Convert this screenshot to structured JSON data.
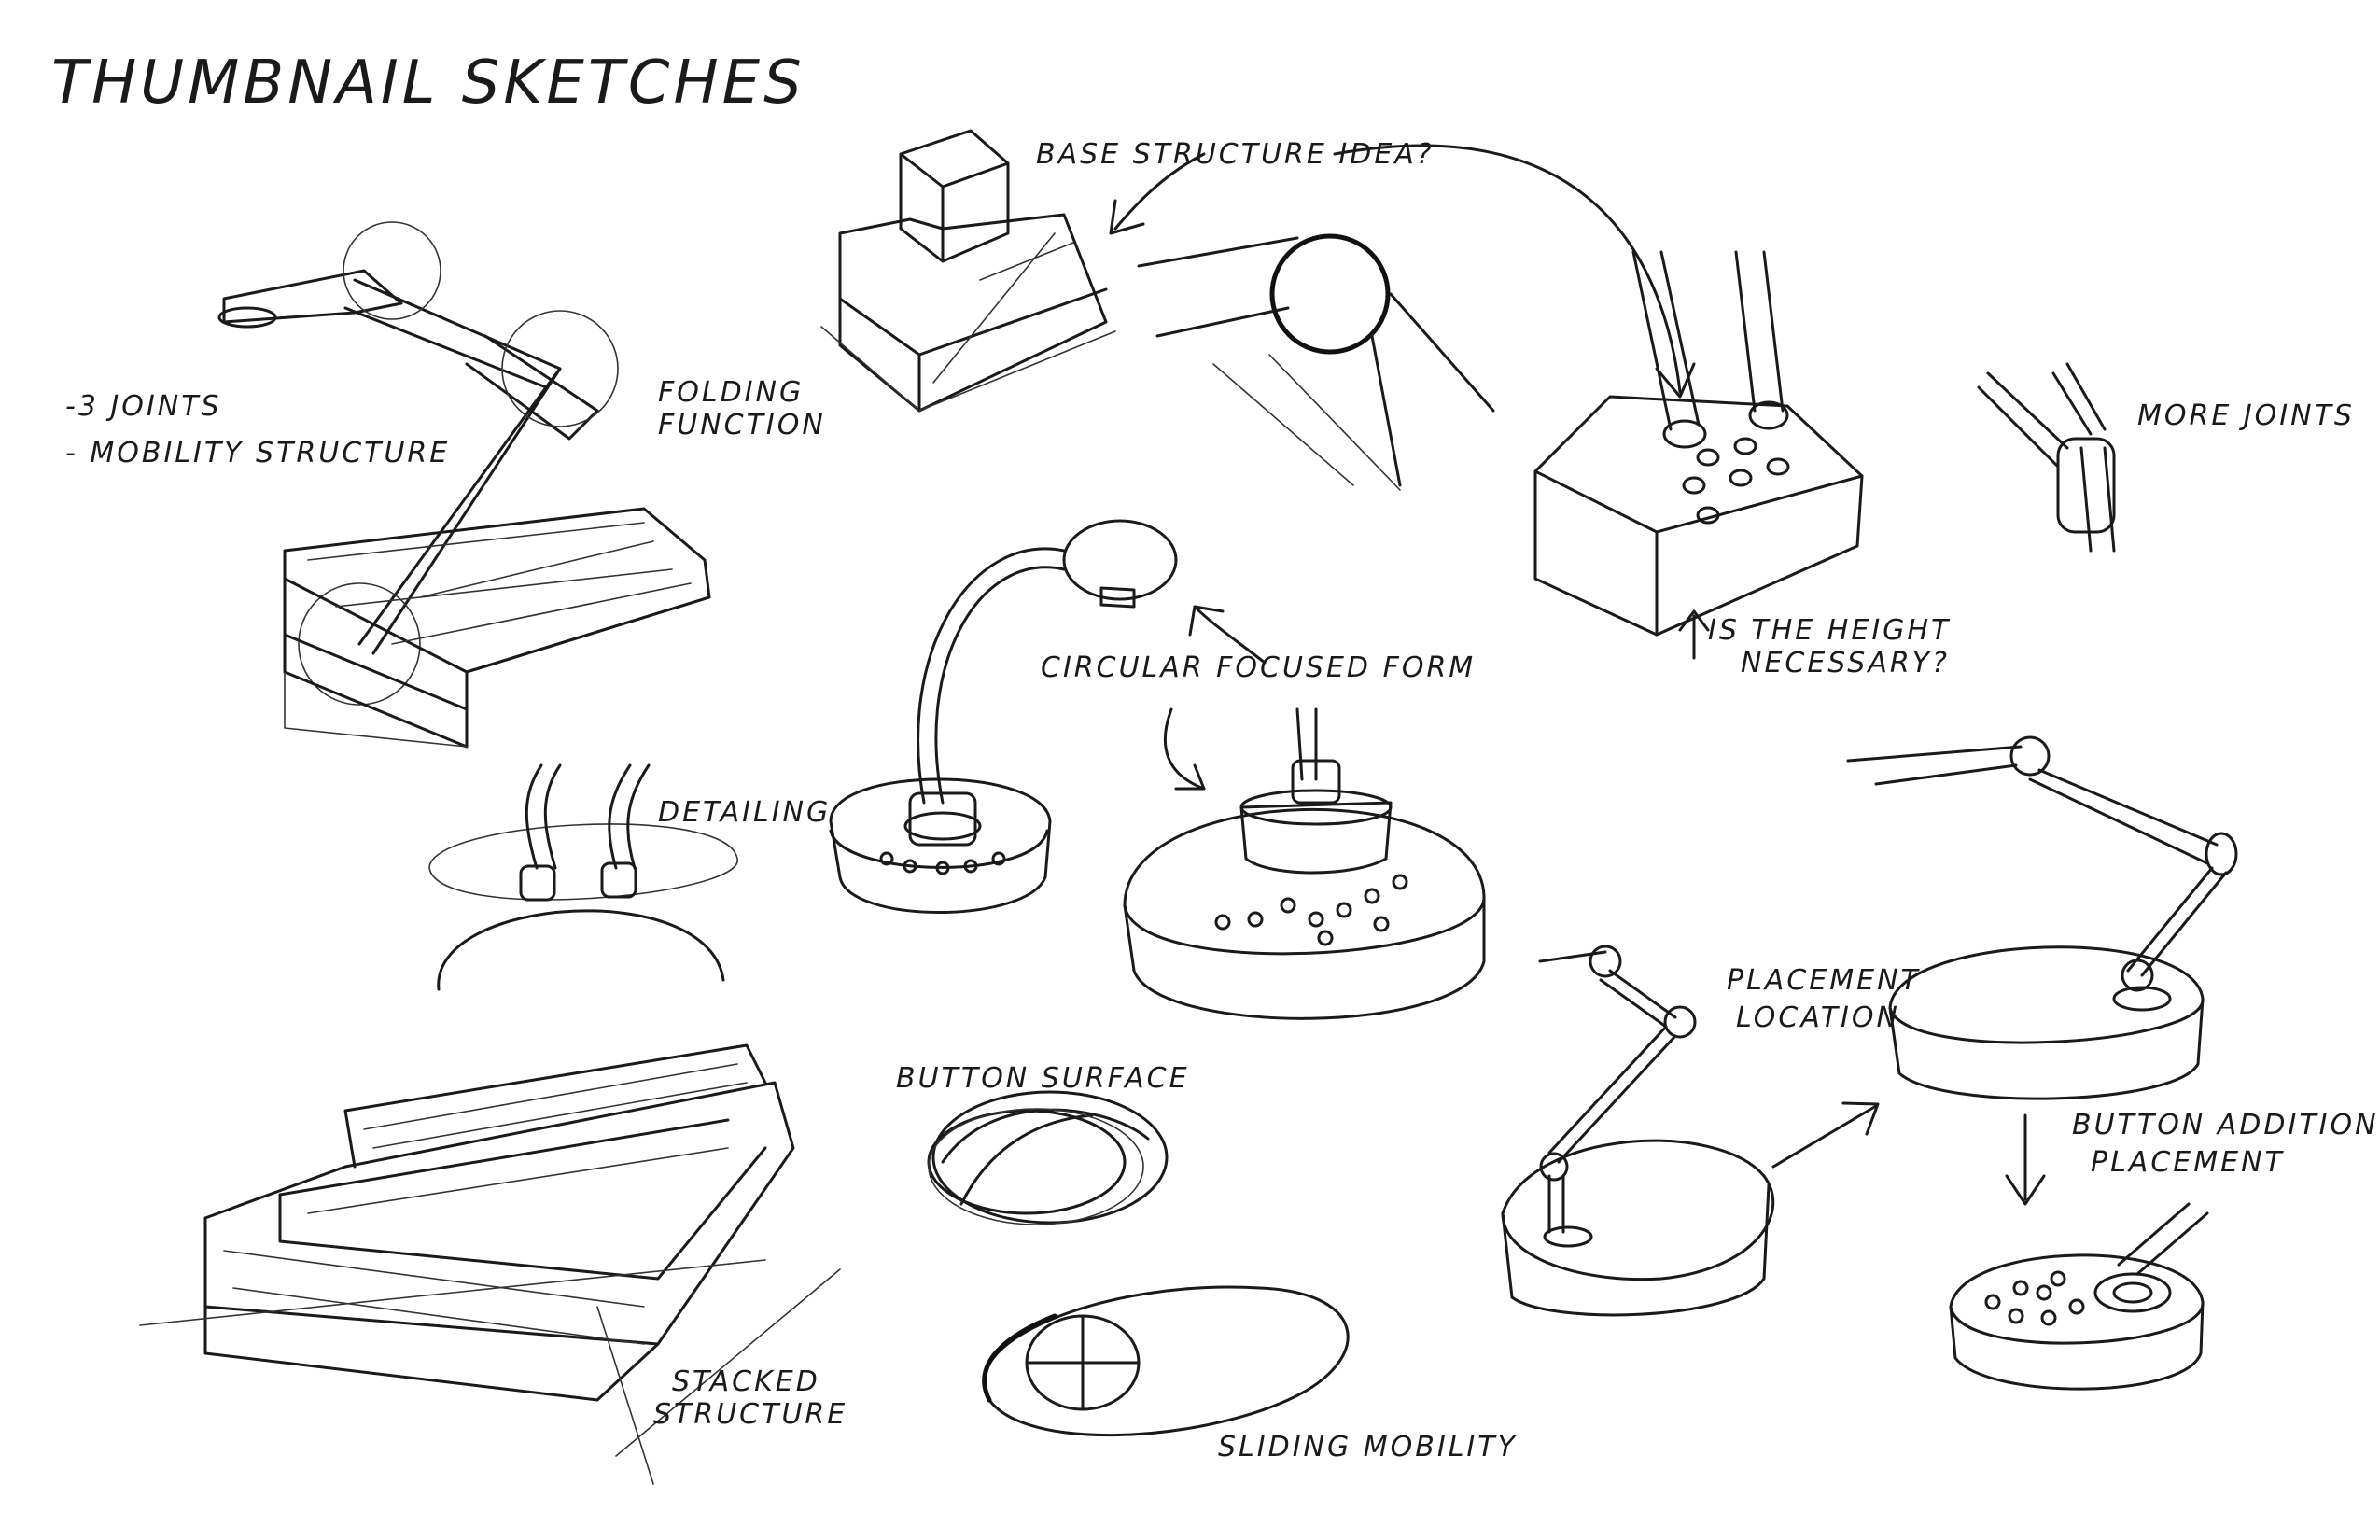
{
  "title": "THUMBNAIL SKETCHES",
  "labels": {
    "three_joints": "-3 JOINTS",
    "mobility_structure": "- MOBILITY STRUCTURE",
    "folding_function_1": "FOLDING",
    "folding_function_2": "FUNCTION",
    "base_structure_idea": "BASE STRUCTURE IDEA?",
    "more_joints": "MORE JOINTS",
    "is_height_necessary_1": "IS THE HEIGHT",
    "is_height_necessary_2": "NECESSARY?",
    "circular_focused_form": "CIRCULAR FOCUSED FORM",
    "detailing": "DETAILING",
    "placement_location_1": "PLACEMENT",
    "placement_location_2": "LOCATION",
    "button_surface": "BUTTON SURFACE",
    "button_addition_placement_1": "BUTTON ADDITION",
    "button_addition_placement_2": "PLACEMENT",
    "stacked_structure_1": "STACKED",
    "stacked_structure_2": "STRUCTURE",
    "sliding_mobility": "SLIDING MOBILITY"
  }
}
